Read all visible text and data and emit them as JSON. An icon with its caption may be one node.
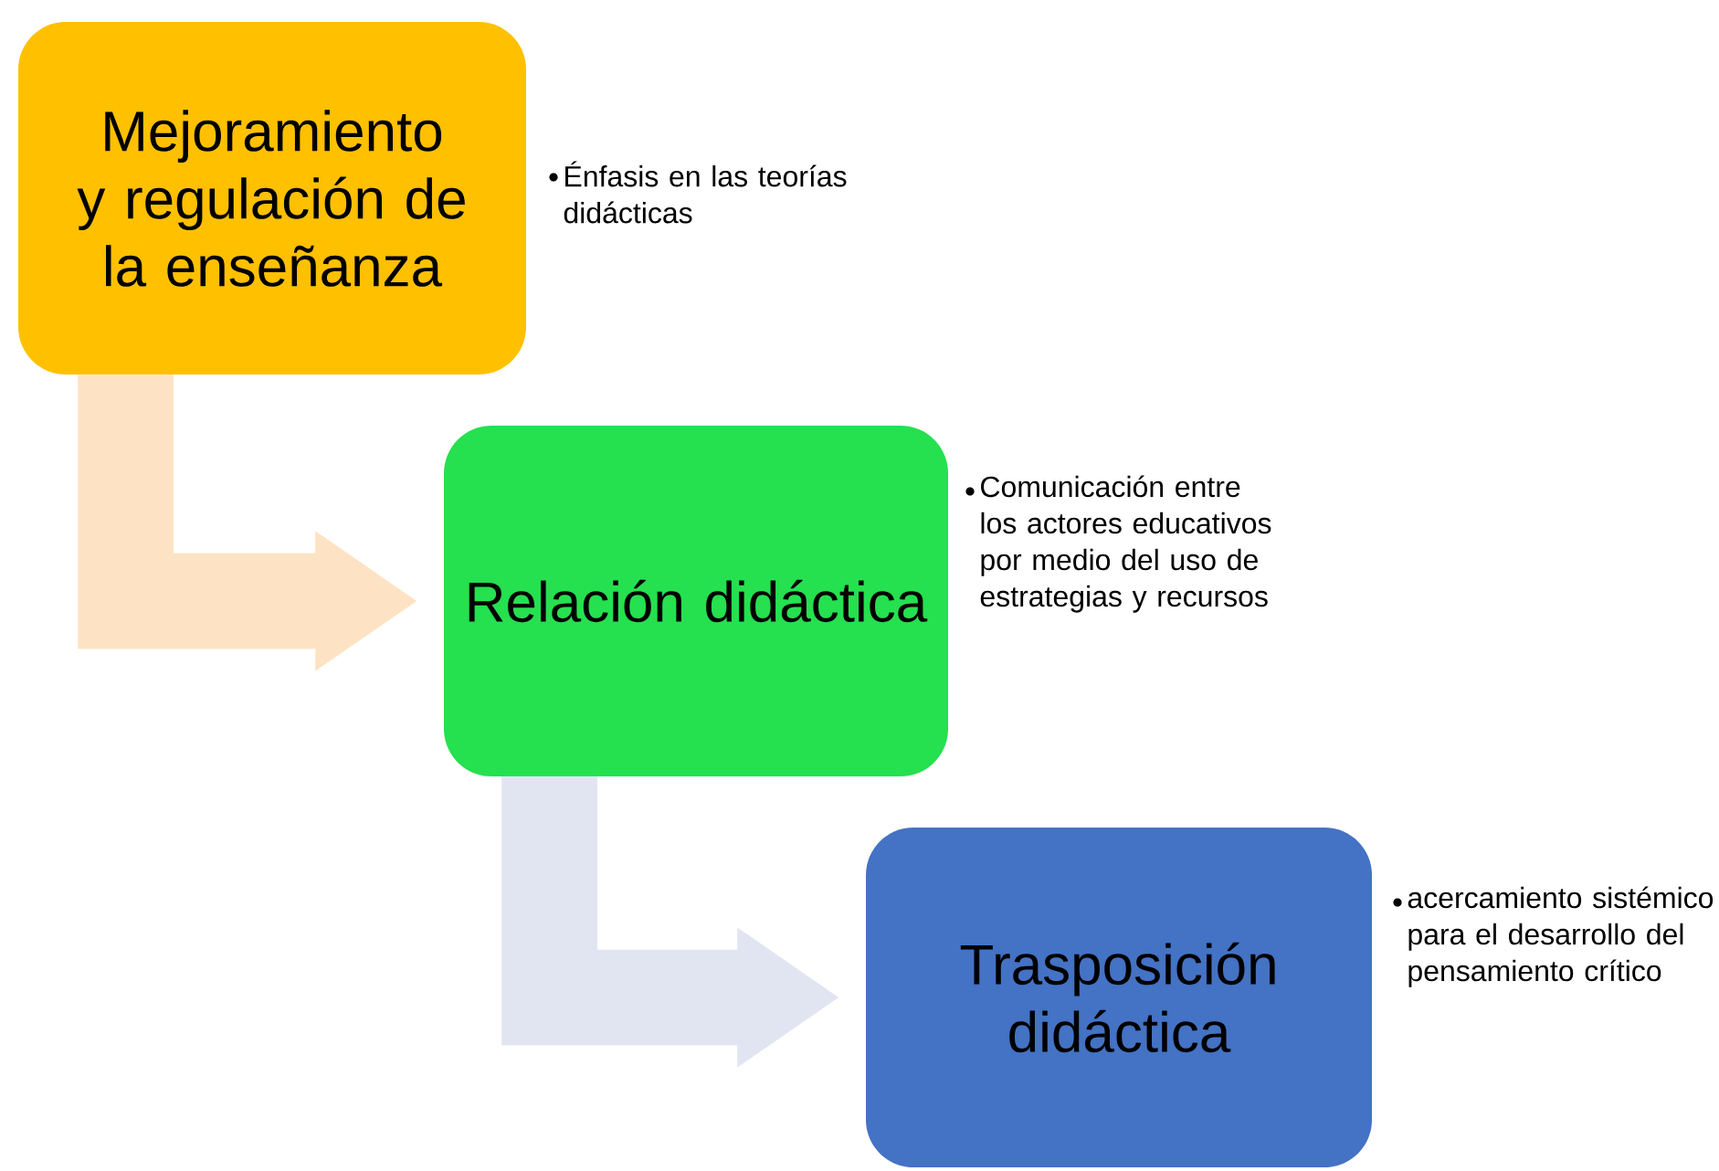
{
  "diagram": {
    "nodes": [
      {
        "text": [
          "Mejoramiento y regulación de la enseñanza"
        ],
        "beside": [
          "Énfasis en las teorías didácticas"
        ]
      },
      {
        "text": [
          "Relación didáctica"
        ],
        "beside": [
          "Comunicación entre los actores educativos por medio del uso de estrategias y recursos"
        ]
      },
      {
        "text": [
          "Trasposición didáctica"
        ],
        "beside": [
          "acercamiento sistémico para el desarrollo del pensamiento crítico"
        ]
      }
    ],
    "edges": [
      {
        "from": 0,
        "to": 1,
        "arrow": "to",
        "style": "thick",
        "color": "#fde3c3"
      },
      {
        "from": 1,
        "to": 2,
        "arrow": "to",
        "style": "thick",
        "color": "#e1e5f1"
      }
    ]
  }
}
